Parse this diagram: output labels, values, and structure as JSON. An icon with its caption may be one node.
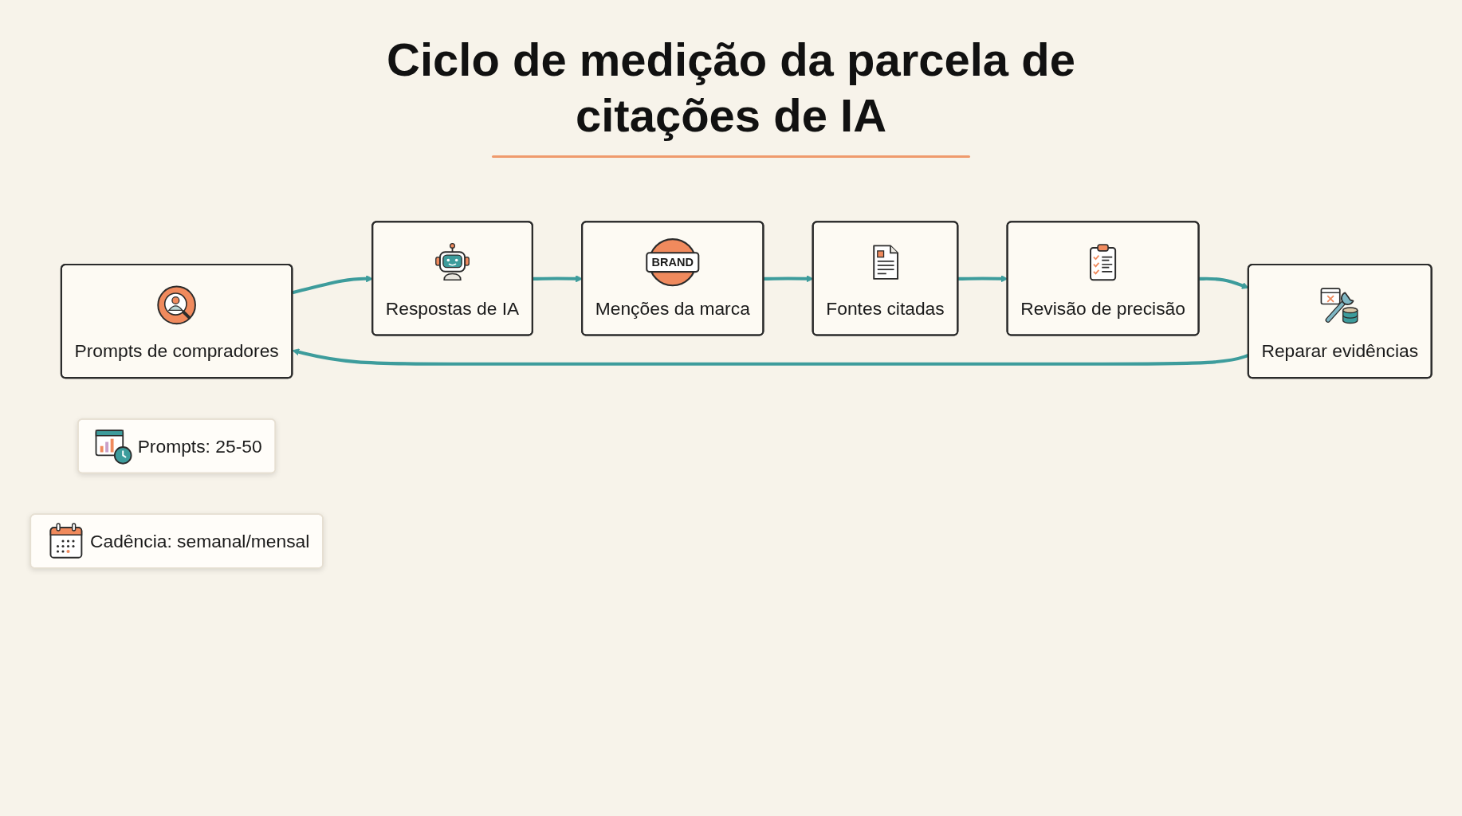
{
  "diagram": {
    "title": "Ciclo de medição da parcela de citações de IA",
    "nodes": [
      {
        "text": [
          "Prompts de compradores"
        ]
      },
      {
        "text": [
          "Respostas de IA"
        ]
      },
      {
        "text": [
          "Menções da marca"
        ]
      },
      {
        "text": [
          "Fontes citadas"
        ]
      },
      {
        "text": [
          "Revisão de precisão"
        ]
      },
      {
        "text": [
          "Reparar evidências"
        ]
      },
      {
        "text": [
          "Prompts: 25-50"
        ]
      },
      {
        "text": [
          "Cadência: semanal/mensal"
        ]
      }
    ],
    "edges": [
      {
        "from": 0,
        "to": 1,
        "arrow": "to"
      },
      {
        "from": 1,
        "to": 2,
        "arrow": "to"
      },
      {
        "from": 2,
        "to": 3,
        "arrow": "to"
      },
      {
        "from": 3,
        "to": 4,
        "arrow": "to"
      },
      {
        "from": 4,
        "to": 5,
        "arrow": "to"
      },
      {
        "from": 5,
        "to": 0,
        "arrow": "to"
      }
    ],
    "labels": [
      "BRAND"
    ]
  }
}
